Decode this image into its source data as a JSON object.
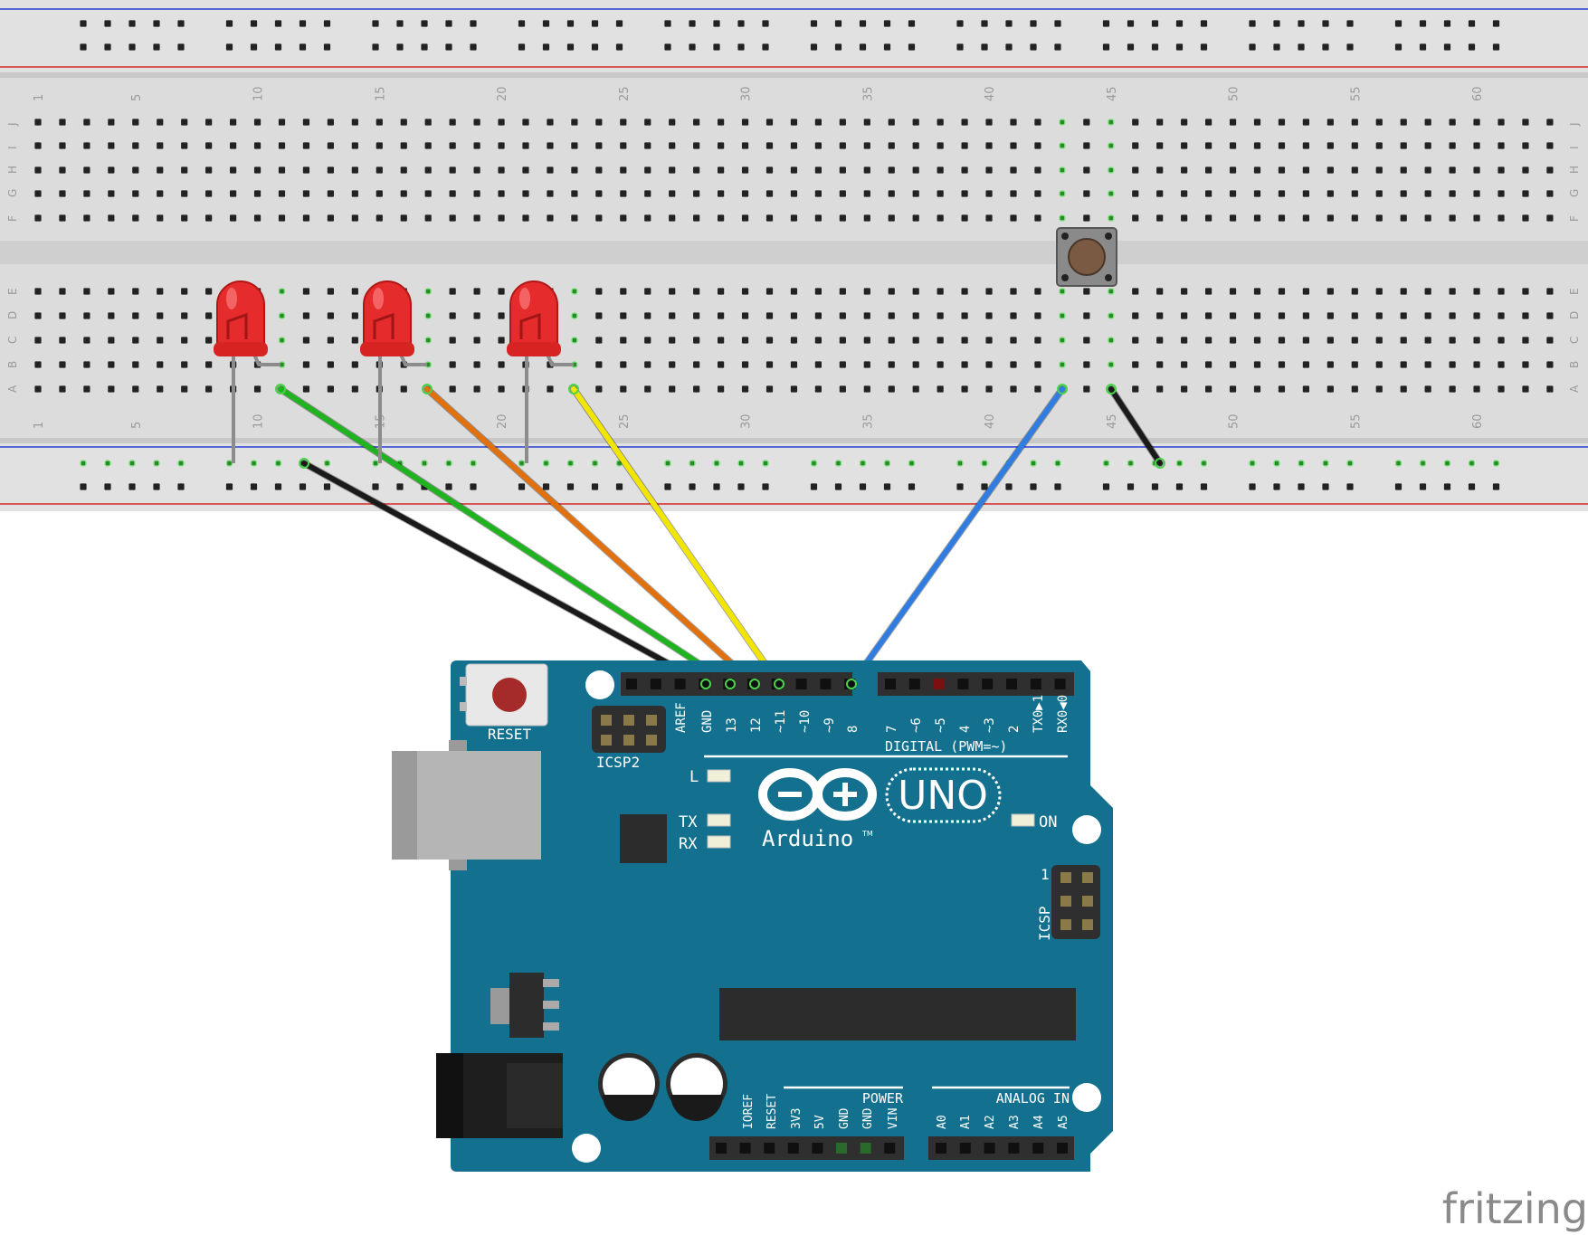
{
  "breadboard": {
    "column_numbers": [
      "1",
      "5",
      "10",
      "15",
      "20",
      "25",
      "30",
      "35",
      "40",
      "45",
      "50",
      "55",
      "60"
    ],
    "row_letters_top": [
      "J",
      "I",
      "H",
      "G",
      "F"
    ],
    "row_letters_bottom": [
      "E",
      "D",
      "C",
      "B",
      "A"
    ]
  },
  "components": {
    "leds": [
      {
        "name": "LED 1",
        "color": "red"
      },
      {
        "name": "LED 2",
        "color": "red"
      },
      {
        "name": "LED 3",
        "color": "red"
      }
    ],
    "pushbutton": {
      "name": "Pushbutton"
    }
  },
  "wires": [
    {
      "color": "#1a1a1a",
      "label": "black"
    },
    {
      "color": "#1fb31f",
      "label": "green"
    },
    {
      "color": "#e2700d",
      "label": "orange"
    },
    {
      "color": "#f2e600",
      "label": "yellow"
    },
    {
      "color": "#2f7de1",
      "label": "blue"
    },
    {
      "color": "#1a1a1a",
      "label": "black"
    }
  ],
  "arduino": {
    "reset_label": "RESET",
    "icsp2_label": "ICSP2",
    "icsp_label": "ICSP",
    "icsp_pin1": "1",
    "digital_label": "DIGITAL (PWM=~)",
    "digital_pins": [
      "AREF",
      "GND",
      "13",
      "12",
      "~11",
      "~10",
      "~9",
      "8",
      "7",
      "~6",
      "~5",
      "4",
      "~3",
      "2",
      "TX0▶1",
      "RX0◀0"
    ],
    "led_l": "L",
    "led_tx": "TX",
    "led_rx": "RX",
    "led_on": "ON",
    "model": "UNO",
    "brand": "Arduino",
    "tm": "TM",
    "power_label": "POWER",
    "power_pins": [
      "IOREF",
      "RESET",
      "3V3",
      "5V",
      "GND",
      "GND",
      "VIN"
    ],
    "analog_label": "ANALOG IN",
    "analog_pins": [
      "A0",
      "A1",
      "A2",
      "A3",
      "A4",
      "A5"
    ],
    "board_color": "#13708f"
  },
  "watermark": "fritzing"
}
